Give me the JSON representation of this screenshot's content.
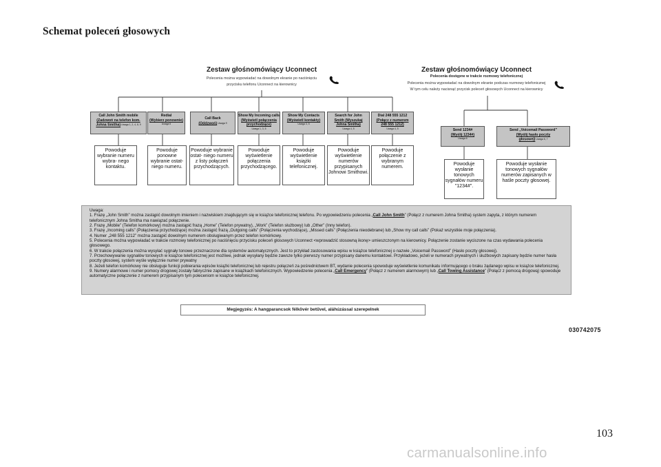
{
  "page_title": "Schemat poleceń głosowych",
  "left_panel": {
    "title": "Zestaw głośnomówiący Uconnect",
    "subtitle_1": "Polecenia można wypowiadać na dowolnym ekranie po naciśnięciu",
    "subtitle_2": "przycisku telefonu Uconnect na kierownicy"
  },
  "right_panel": {
    "title": "Zestaw głośnomówiący Uconnect",
    "subtitle_bold": "Polecenia dostępne w trakcie rozmowy telefonicznej",
    "subtitle_1": "Polecenia można wypowiadać na dowolnym ekranie podczas rozmowy telefonicznej",
    "subtitle_2": "W tym celu należy nacisnąć przycisk poleceń głosowych Uconnect na kierownicy"
  },
  "commands": [
    {
      "line1": "Call John Smith mobile",
      "line2": "(Zadzwoń na telefon kom.",
      "line3": "Johna Smitha)",
      "note": "Uwaga 1, 2, 4, 8, 9"
    },
    {
      "line1": "Redial",
      "line2": "(Wybierz ponownie)",
      "line3": "",
      "note": "Uwaga 5"
    },
    {
      "line1": "Call Back",
      "line2": "(Oddzwoń)",
      "line3": "",
      "note": "Uwaga 9"
    },
    {
      "line1": "Show My Incoming calls",
      "line2": "(Wyświetl połączenia",
      "line3": "przychodzące)",
      "note": "Uwaga 1, 3, 5"
    },
    {
      "line1": "Show My Contacts",
      "line2": "(Wyświetl kontakty)",
      "line3": "",
      "note": "Uwaga 3, 5"
    },
    {
      "line1": "Search for John",
      "line2": "Smith (Wyszukaj",
      "line3": "Johna Smitha)",
      "note": "Uwaga 4, 5"
    },
    {
      "line1": "Dial 248 555 1212",
      "line2": "(Połącz z numerem",
      "line3": "248 555 1212)",
      "note": "Uwaga 4, 5"
    }
  ],
  "results": [
    "Powoduje wybranie numeru wybra- nego kontaktu.",
    "Powoduje ponowne wybranie ostat- niego numeru.",
    "Powoduje wybranie ostat- niego numeru z listy połączeń przychodzących.",
    "Powoduje wyświetlenie połączenia przychodzącego.",
    "Powoduje wyświetlenie książki telefonicznej.",
    "Powoduje wyświetlenie numerów przypisanych Johnowi Smithowi.",
    "Powoduje połączenie z wybranym numerem."
  ],
  "call_commands": [
    {
      "line1": "Send 1234#",
      "line2": "(Wyślij 1234#)",
      "line3": "",
      "note": "Uwaga 6"
    },
    {
      "line1": "Send „Voicemail Password”",
      "line2": "(Wyślij hasło poczty",
      "line3": "głosowej)",
      "note": "Uwaga 6, 7"
    }
  ],
  "call_results": [
    "Powoduje wysłanie tonowych sygnałów numeru \"1234#\".",
    "Powoduje wysłanie tonowych sygnałów numerów zapisanych w haśle poczty głosowej."
  ],
  "notes": {
    "heading": "Uwaga:",
    "n1_a": "1. Frazę „John Smith” można zastąpić dowolnym imieniem i nazwiskiem znajdującym się w książce telefonicznej telefonu. Po wypowiedzeniu polecenia „",
    "n1_b": "Call John Smith",
    "n1_c": "” (Połącz z numerem Johna Smitha) system zapyta, z którym numerem telefonicznym Johna Smitha ma nawiązać połączenie.",
    "n2": "2. Frazę „Mobile” (Telefon komórkowy) można zastąpić frazą „Home” (Telefon prywatny), „Work” (Telefon służbowy) lub „Other” (Inny telefon).",
    "n3": "3. Frazę „Incoming calls” (Połączenia przychodzące) można zastąpić frazą „Outgoing calls” (Połączenia wychodzące), „Missed calls” (Połączenia nieodebrane) lub „Show my call calls” (Pokaż wszystkie moje połączenia).",
    "n4": "4. Numer „248 555 1212” można zastąpić dowolnym numerem obsługiwanym przez telefon komórkowy.",
    "n5": "5. Polecenia można wypowiadać w trakcie rozmowy telefonicznej po naciśnięciu przycisku poleceń głosowych Uconnect <wprowadzić stosowną ikonę> umieszczonym na kierownicy. Połączenie zostanie wyciszone na czas wydawania polecenia głosowego.",
    "n6": "6. W trakcie połączenia można wysyłać sygnały tonowe przeznaczone dla systemów automatycznych. Jest to przykład zastosowania wpisu w książce telefonicznej o nazwie „Voicemail Password” (Hasło poczty głosowej).",
    "n7": "7. Przechowywanie sygnałów tonowych w książce telefonicznej jest możliwe, jednak wysyłany będzie zawsze tylko pierwszy numer przypisany danemu kontaktowi. Przykładowo, jeżeli w numerach prywatnych i służbowych zapisany będzie numer hasła poczty głosowej, system wyśle wyłącznie numer prywatny",
    "n8": "8. Jeżeli telefon komórkowy nie obsługuje funkcji pobierania wpisów książki telefonicznej lub rejestru połączeń za pośrednictwem BT, wydanie polecenia spowoduje wyświetlenie komunikatu informującego o braku żądanego wpisu w książce telefonicznej.",
    "n9_a": "9. Numery alarmowe i numer pomocy drogowej zostały fabrycznie zapisane w książkach telefonicznych. Wypowiedzenie polecenia „",
    "n9_b": "Call Emergency",
    "n9_c": "” (Połącz z numerem alarmowym) lub „",
    "n9_d": "Call Towing Assistance",
    "n9_e": "” (Połącz z pomocą drogową) spowoduje automatyczne połączenie z numerem przypisanym tym poleceniom w książce telefonicznej."
  },
  "footnote": "Megjegyzés: A hangparancsok félkövér betűvel, aláhúzással szerepelnek",
  "figure_code": "030742075",
  "page_number": "103",
  "watermark": "carmanualsonline.info"
}
